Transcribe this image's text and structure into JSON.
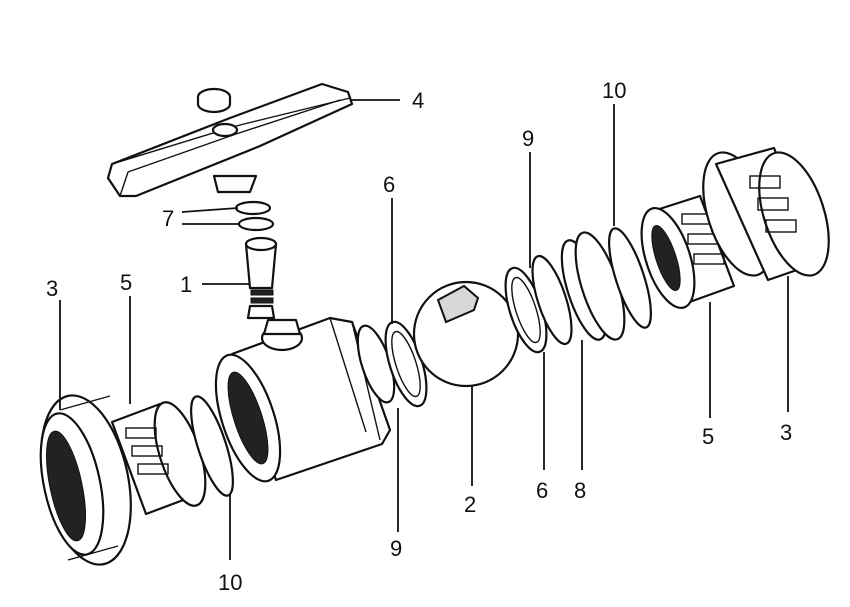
{
  "callouts": {
    "c1": "1",
    "c2": "2",
    "c3_left": "3",
    "c3_right": "3",
    "c4": "4",
    "c5_left": "5",
    "c5_right": "5",
    "c6_top": "6",
    "c6_bottom": "6",
    "c7": "7",
    "c8": "8",
    "c9_top": "9",
    "c9_bottom": "9",
    "c10_top": "10",
    "c10_bottom": "10"
  }
}
